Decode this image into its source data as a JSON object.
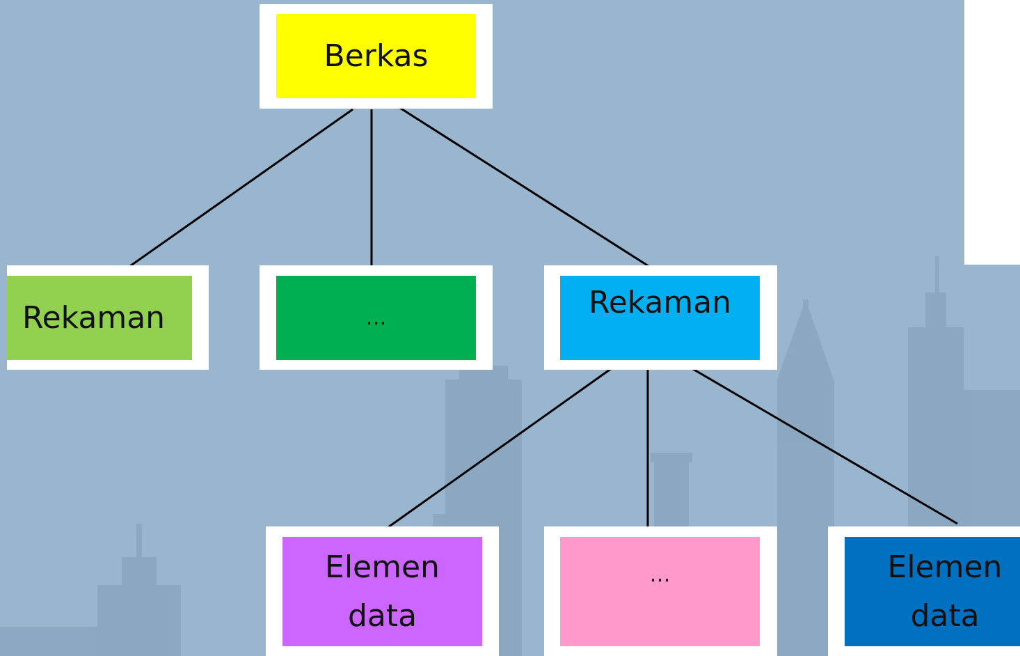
{
  "diagram": {
    "root": {
      "label": "Berkas",
      "color": "#ffff00"
    },
    "level1": [
      {
        "label": "Rekaman",
        "color": "#92d050"
      },
      {
        "label": "…",
        "color": "#00b050"
      },
      {
        "label": "Rekaman",
        "color": "#00b0f0"
      }
    ],
    "level2": [
      {
        "label": "Elemen\ndata",
        "color": "#cc66ff"
      },
      {
        "label": "…",
        "color": "#ff99cc"
      },
      {
        "label": "Elemen\ndata",
        "color": "#0070c0"
      }
    ],
    "edge_color": "#000000",
    "background_color": "#9ab5ce"
  }
}
